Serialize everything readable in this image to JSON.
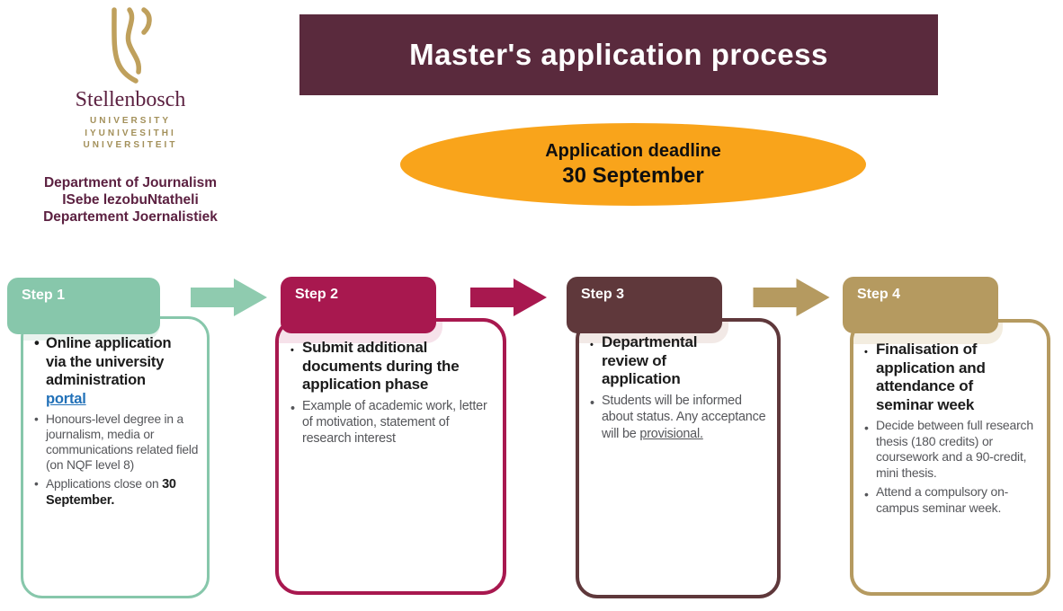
{
  "logo": {
    "university_name": "Stellenbosch",
    "university_lines": [
      "UNIVERSITY",
      "IYUNIVESITHI",
      "UNIVERSITEIT"
    ],
    "department_lines": [
      "Department of Journalism",
      "ISebe lezobuNtatheli",
      "Departement Joernalistiek"
    ],
    "gold_color": "#BFA05C",
    "maroon_color": "#5C2141"
  },
  "banner": {
    "title": "Master's application process",
    "bg_color": "#5A2A3D",
    "text_color": "#FFFFFF"
  },
  "deadline": {
    "label": "Application deadline",
    "date": "30 September",
    "bg_color": "#F9A41B"
  },
  "link_color": "#2271B8",
  "steps": [
    {
      "label": "Step 1",
      "accent_color": "#87C7AB",
      "tint_color": "#E9F3EE",
      "heading": "Online application via the university administration ",
      "heading_link": "portal",
      "bullet2": "Honours-level degree in a journalism, media or communications related field (on NQF level 8)",
      "bullet3": "Applications close on ",
      "bullet3_bold": "30 September."
    },
    {
      "label": "Step 2",
      "accent_color": "#A8184F",
      "tint_color": "#F6E2EA",
      "heading": "Submit additional documents during the application phase",
      "bullet2": "Example of academic work, letter of motivation, statement of research interest"
    },
    {
      "label": "Step 3",
      "accent_color": "#5F383B",
      "tint_color": "#F2E9E6",
      "heading": "Departmental review of application",
      "bullet2": "Students will be informed about status. Any acceptance will be ",
      "bullet2_underlined": "provisional."
    },
    {
      "label": "Step 4",
      "accent_color": "#B59A60",
      "tint_color": "#F3EDE0",
      "heading": "Finalisation of application and attendance of seminar week",
      "bullet2": "Decide between full research thesis (180 credits) or coursework and a 90-credit, mini thesis.",
      "bullet3": "Attend a compulsory on-campus seminar week."
    }
  ]
}
